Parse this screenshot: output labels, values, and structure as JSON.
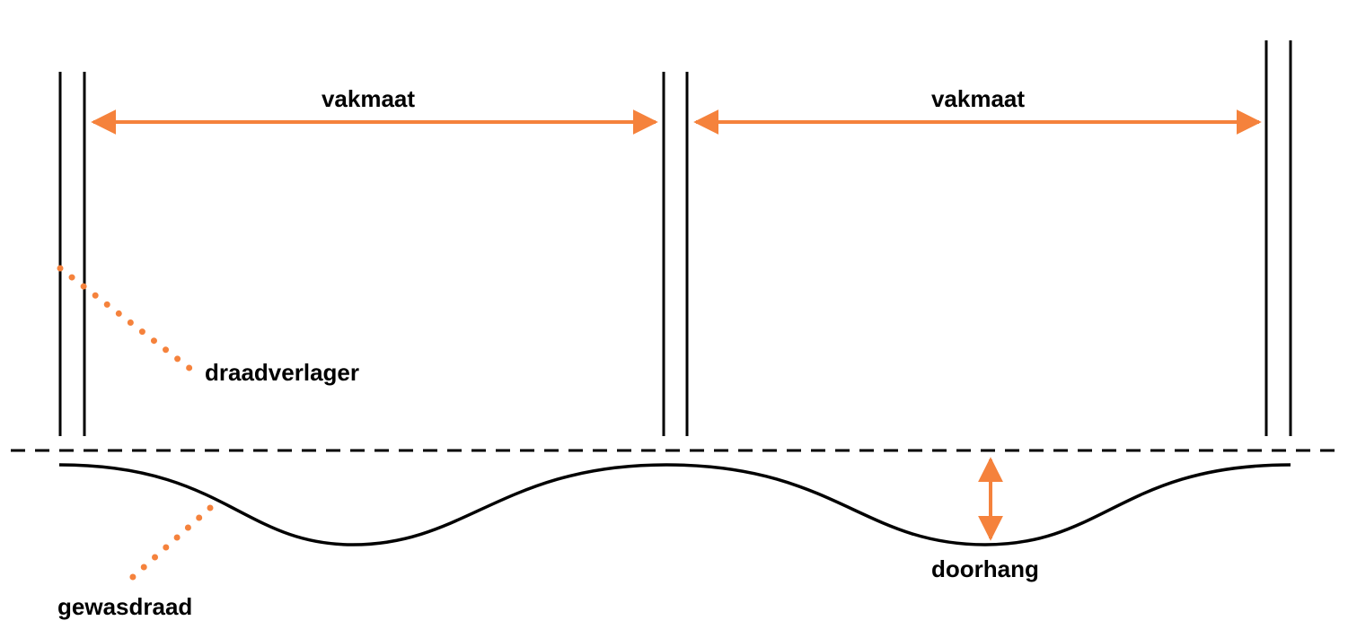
{
  "labels": {
    "span_left": "vakmaat",
    "span_right": "vakmaat",
    "wire_spreader": "draadverlager",
    "sag": "doorhang",
    "crop_wire": "gewasdraad"
  },
  "colors": {
    "accent": "#f5823c",
    "line": "#000000",
    "background": "#ffffff"
  }
}
